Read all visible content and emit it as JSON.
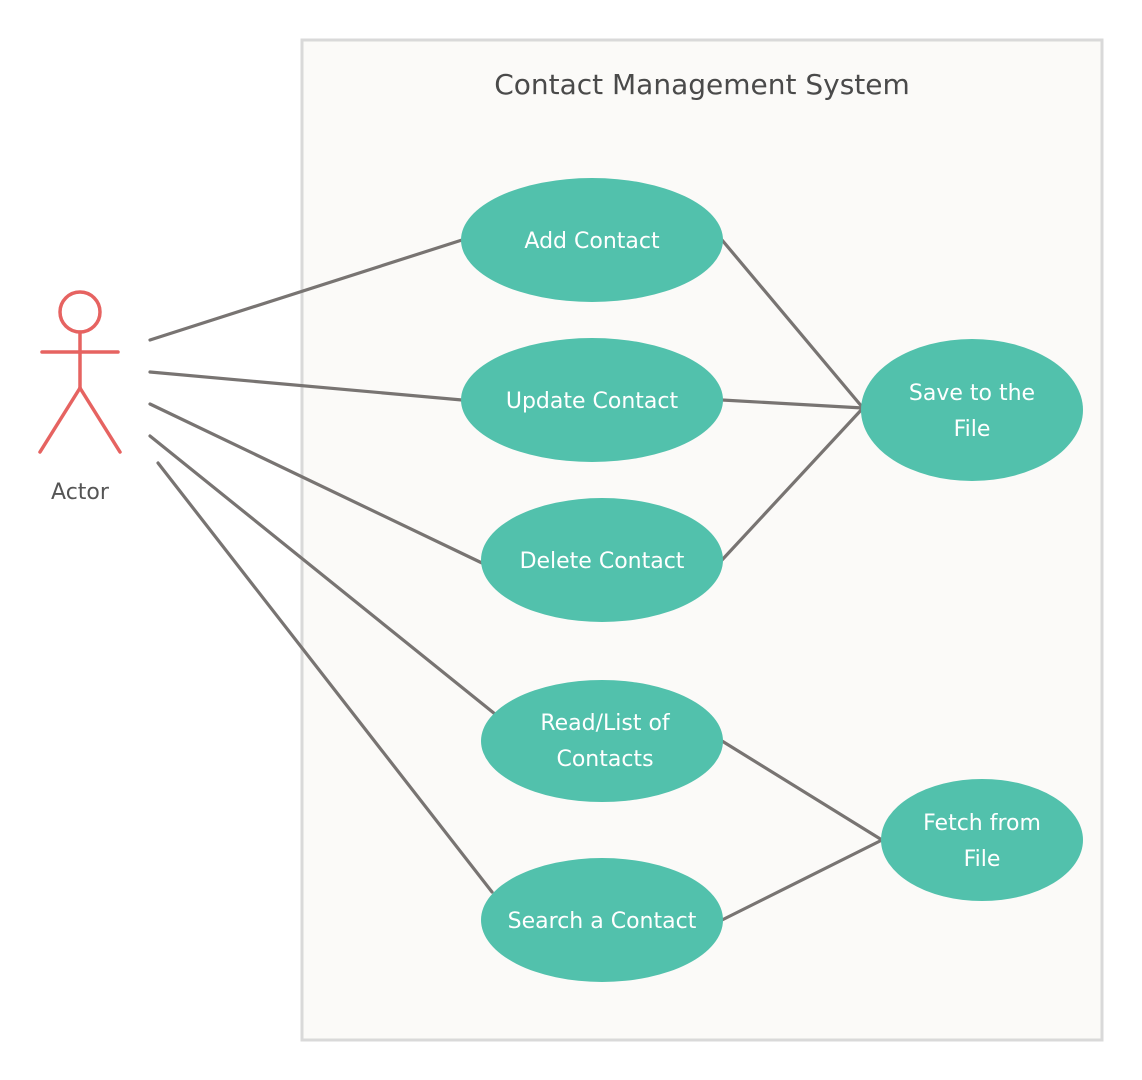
{
  "system": {
    "title": "Contact Management System"
  },
  "actor": {
    "label": "Actor"
  },
  "use_cases": {
    "add_contact": {
      "label": "Add Contact"
    },
    "update_contact": {
      "label": "Update Contact"
    },
    "delete_contact": {
      "label": "Delete Contact"
    },
    "read_list": {
      "line1": "Read/List of",
      "line2": "Contacts"
    },
    "search_contact": {
      "label": "Search a Contact"
    },
    "save_file": {
      "line1": "Save to the",
      "line2": "File"
    },
    "fetch_file": {
      "line1": "Fetch from",
      "line2": "File"
    }
  },
  "colors": {
    "use_case_fill": "#52c1ac",
    "actor_stroke": "#e66361",
    "connector": "#787472",
    "boundary_fill": "#fbfaf8",
    "boundary_stroke": "#d9d9d9"
  }
}
